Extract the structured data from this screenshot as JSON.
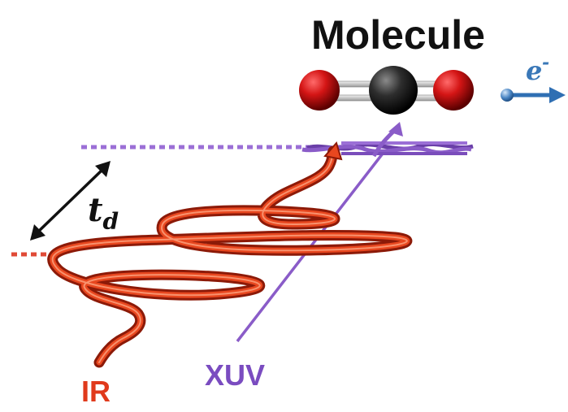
{
  "title": "Molecule",
  "labels": {
    "ir": "IR",
    "xuv": "XUV",
    "electron": "e",
    "electron_sup": "-",
    "delay_main": "t",
    "delay_sub": "d"
  },
  "colors": {
    "ir": "#d9381e",
    "ir_dark": "#9e1f0c",
    "xuv": "#8a5cc8",
    "xuv_dark": "#6a3fa8",
    "oxygen": "#cc1111",
    "carbon": "#2a2a2a",
    "electron": "#3a78b8",
    "delay_arrow": "#111111"
  },
  "icons": [
    "co2-molecule-icon",
    "electron-arrow-icon",
    "delay-arrow-icon"
  ]
}
